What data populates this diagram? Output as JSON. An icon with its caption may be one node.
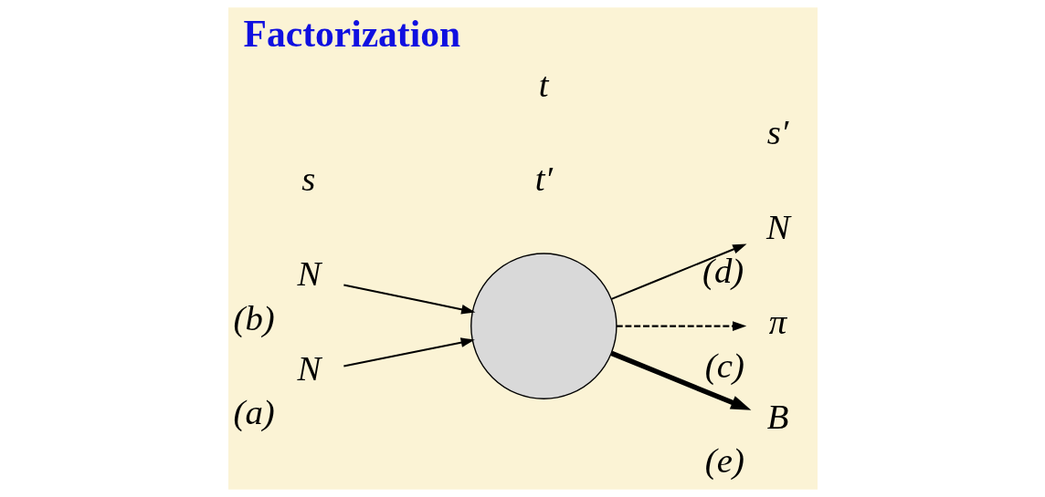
{
  "diagram": {
    "title": "Factorization",
    "nodes": [
      {
        "text": [
          "N"
        ],
        "beside": [
          "(b)"
        ]
      },
      {
        "text": [
          "N"
        ],
        "beside": [
          "(a)"
        ]
      },
      {
        "text": [],
        "shape": "circle"
      },
      {
        "text": [
          "N"
        ],
        "beside": [
          "(d)"
        ]
      },
      {
        "text": [
          "π"
        ],
        "beside": [
          "(c)"
        ]
      },
      {
        "text": [
          "B"
        ],
        "beside": [
          "(e)"
        ]
      }
    ],
    "edges": [
      {
        "from": 0,
        "to": 2,
        "arrow": "to"
      },
      {
        "from": 1,
        "to": 2,
        "arrow": "to"
      },
      {
        "from": 2,
        "to": 3,
        "arrow": "to"
      },
      {
        "from": 2,
        "to": 4,
        "arrow": "to",
        "style": "dashed"
      },
      {
        "from": 2,
        "to": 5,
        "arrow": "to",
        "style": "thick"
      }
    ],
    "labels": [
      "t′",
      "s′",
      "s",
      "t"
    ]
  }
}
